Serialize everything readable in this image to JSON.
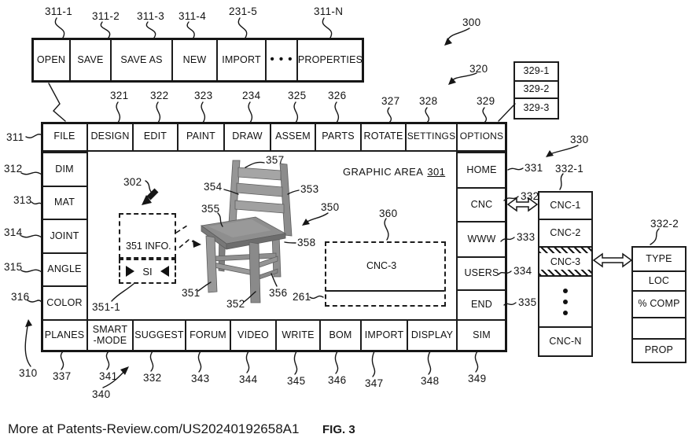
{
  "figure": {
    "watermark": "More at Patents-Review.com/US20240192658A1",
    "caption": "FIG. 3"
  },
  "toolbar": {
    "items": [
      "OPEN",
      "SAVE",
      "SAVE AS",
      "NEW",
      "IMPORT",
      "• • •",
      "PROPERTIES"
    ]
  },
  "menubar": {
    "items": [
      "FILE",
      "DESIGN",
      "EDIT",
      "PAINT",
      "DRAW",
      "ASSEM",
      "PARTS",
      "ROTATE",
      "SETTINGS",
      "OPTIONS"
    ]
  },
  "left_sidebar": {
    "items": [
      "DIM",
      "MAT",
      "JOINT",
      "ANGLE",
      "COLOR"
    ]
  },
  "right_sidebar": {
    "items": [
      "HOME",
      "CNC",
      "WWW",
      "USERS",
      "END"
    ]
  },
  "bottom_bar": {
    "items": [
      "PLANES",
      "SMART\n-MODE",
      "SUGGEST",
      "FORUM",
      "VIDEO",
      "WRITE",
      "BOM",
      "IMPORT",
      "DISPLAY",
      "SIM"
    ]
  },
  "graphic_area": {
    "title": "GRAPHIC AREA",
    "title_ref": "301",
    "info_box_label": "351 INFO.",
    "si_label": "SI",
    "cnc3_region_label": "CNC-3"
  },
  "options_panel": {
    "items": [
      "329-1",
      "329-2",
      "329-3"
    ]
  },
  "cnc_panel": {
    "items": [
      "CNC-1",
      "CNC-2",
      "CNC-3",
      "CNC-N"
    ]
  },
  "attr_panel": {
    "items": [
      "TYPE",
      "LOC",
      "% COMP",
      "",
      "PROP"
    ]
  },
  "refs": {
    "n300": "300",
    "n302": "302",
    "n310": "310",
    "n311": "311",
    "n311_1": "311-1",
    "n311_2": "311-2",
    "n311_3": "311-3",
    "n311_4": "311-4",
    "n231_5": "231-5",
    "n311_N": "311-N",
    "n312": "312",
    "n313": "313",
    "n314": "314",
    "n315": "315",
    "n316": "316",
    "n320": "320",
    "n321": "321",
    "n322": "322",
    "n323": "323",
    "n234": "234",
    "n325": "325",
    "n326": "326",
    "n327": "327",
    "n328": "328",
    "n329": "329",
    "n330": "330",
    "n331": "331",
    "n332": "332",
    "n332_1": "332-1",
    "n332_2": "332-2",
    "n333": "333",
    "n334": "334",
    "n335": "335",
    "n337": "337",
    "n340": "340",
    "n341": "341",
    "n332b": "332",
    "n343": "343",
    "n344": "344",
    "n345": "345",
    "n346": "346",
    "n347": "347",
    "n348": "348",
    "n349": "349",
    "n350": "350",
    "n351": "351",
    "n351_1": "351-1",
    "n352": "352",
    "n353": "353",
    "n354": "354",
    "n355": "355",
    "n356": "356",
    "n357": "357",
    "n358": "358",
    "n360": "360",
    "n261": "261"
  }
}
